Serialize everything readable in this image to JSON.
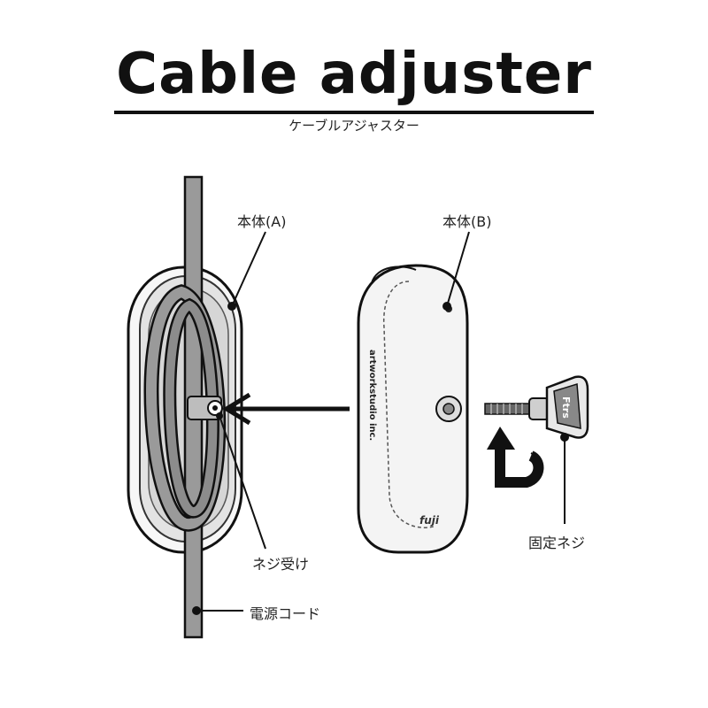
{
  "title": "Cable adjuster",
  "subtitle": "ケーブルアジャスター",
  "labels": {
    "body_a": "本体(A)",
    "body_b": "本体(B)",
    "screw_receiver": "ネジ受け",
    "power_cord": "電源コード",
    "fixing_screw": "固定ネジ"
  },
  "engraving": {
    "brand": "artworkstudio inc.",
    "logo": "fuji",
    "screw_head": "Ftrs"
  }
}
